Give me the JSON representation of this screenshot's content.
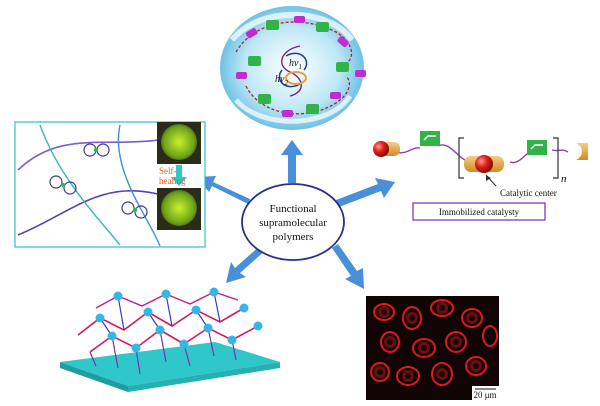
{
  "center": {
    "lines": [
      "Functional",
      "supramolecular",
      "polymers"
    ]
  },
  "photoresponsive": {
    "hv1": "hv",
    "hv1_sub": "1",
    "hv2": "hv",
    "hv2_sub": "2"
  },
  "self_healing": {
    "label_line1": "Self-",
    "label_line2": "healing"
  },
  "catalysis": {
    "center_label": "Catalytic center",
    "box_label": "Immobilized catalysty",
    "subscript": "n"
  },
  "imaging": {
    "scale_bar": "20 μm"
  },
  "colors": {
    "arrow": "#4a8fd9",
    "ellipse_stroke": "#2b2f8c",
    "magenta_block": "#c02cd0",
    "green_block": "#34b24a",
    "orange_ball": "#e6a23a",
    "red_ball": "#e0201a",
    "surface": "#2fc7c9",
    "cell_red": "#e01818"
  }
}
